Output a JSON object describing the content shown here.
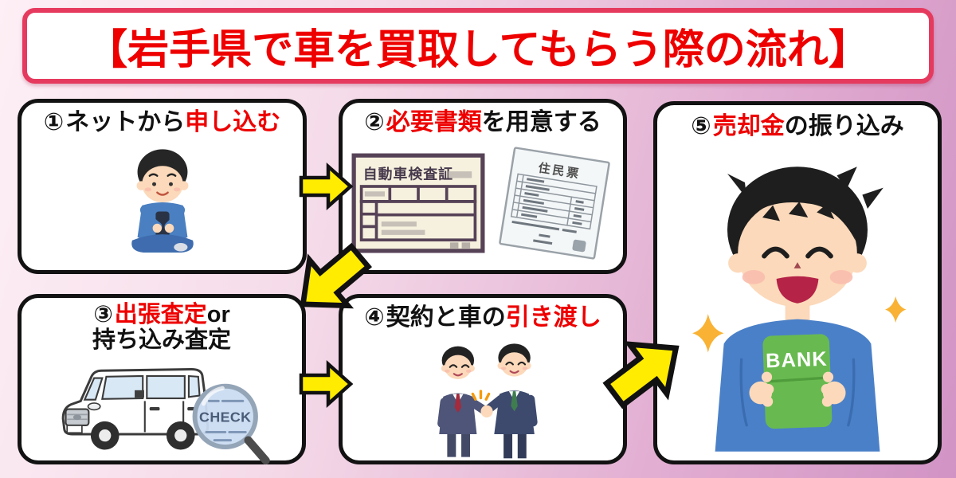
{
  "title": {
    "text": "【岩手県で車を買取してもらう際の流れ】"
  },
  "steps": [
    {
      "number": "①",
      "black_before": "ネットから",
      "red": "申し込む",
      "black_after": "",
      "line2": ""
    },
    {
      "number": "②",
      "black_before": "",
      "red": "必要書類",
      "black_after": "を用意する",
      "line2": ""
    },
    {
      "number": "③",
      "black_before": "",
      "red": "出張査定",
      "black_after": "or",
      "line2": "持ち込み査定"
    },
    {
      "number": "④",
      "black_before": "契約と車の",
      "red": "引き渡し",
      "black_after": "",
      "line2": ""
    },
    {
      "number": "⑤",
      "black_before": "",
      "red": "売却金",
      "black_after": "の振り込み",
      "line2": ""
    }
  ],
  "illustrations": {
    "inspection_cert_title": "自動車検査証",
    "residence_cert_title": "住民票",
    "check_label": "CHECK",
    "bank_label": "BANK"
  },
  "colors": {
    "accent_red": "#ee0000",
    "banner_border": "#e6395e",
    "arrow_yellow": "#ffec00",
    "box_border": "#121212",
    "background_light": "#fdeff5",
    "background_dark": "#d193c4"
  }
}
